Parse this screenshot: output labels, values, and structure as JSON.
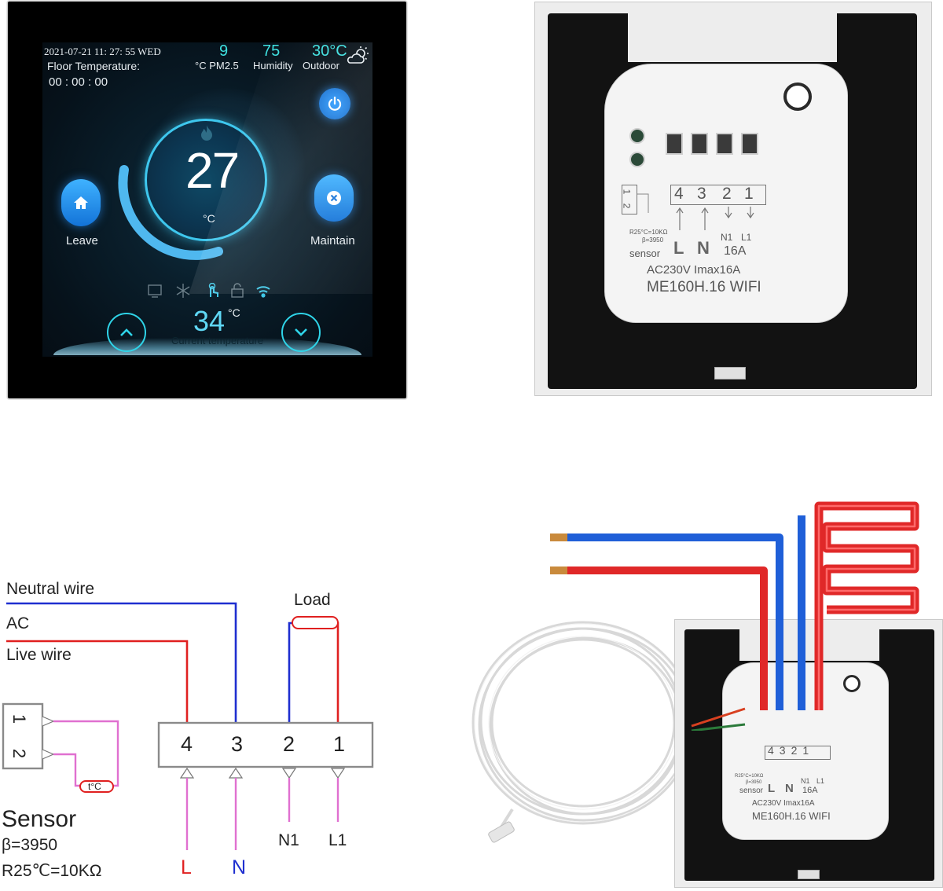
{
  "thermostat": {
    "datetime": "2021-07-21  11: 27: 55  WED",
    "floor_label": "Floor Temperature:",
    "timer": "00 : 00 : 00",
    "pm_value": "9",
    "pm_unit": "°C  PM2.5",
    "humidity_value": "75",
    "humidity_label": "Humidity",
    "outdoor_value": "30°C",
    "outdoor_label": "Outdoor",
    "set_temp": "27",
    "set_unit": "°C",
    "leave_label": "Leave",
    "maintain_label": "Maintain",
    "current_temp": "34",
    "current_unit": "°C",
    "current_label": "Current temperature"
  },
  "back_plate": {
    "terminals": [
      "4",
      "3",
      "2",
      "1"
    ],
    "sensor_pins": [
      "1",
      "2"
    ],
    "sensor_spec_line1": "R25°C=10KΩ",
    "sensor_spec_line2": "β=3950",
    "sensor_label": "sensor",
    "input_labels": [
      "L",
      "N"
    ],
    "output_labels": [
      "N1",
      "L1"
    ],
    "output_rating": "16A",
    "rating": "AC230V  Imax16A",
    "model": "ME160H.16 WIFI"
  },
  "wiring": {
    "neutral_label": "Neutral wire",
    "ac_label": "AC",
    "live_label": "Live wire",
    "load_label": "Load",
    "terminals": [
      "4",
      "3",
      "2",
      "1"
    ],
    "bottom_labels": [
      "L",
      "N",
      "N1",
      "L1"
    ],
    "sensor_pins": [
      "1",
      "2"
    ],
    "sensor_probe": "t°C",
    "sensor_title": "Sensor",
    "sensor_beta": "β=3950",
    "sensor_resistance": "R25℃=10KΩ",
    "colors": {
      "neutral": "#1f2fd0",
      "live": "#e02020",
      "sensor": "#e070d0",
      "box": "#8a8a8a"
    }
  }
}
